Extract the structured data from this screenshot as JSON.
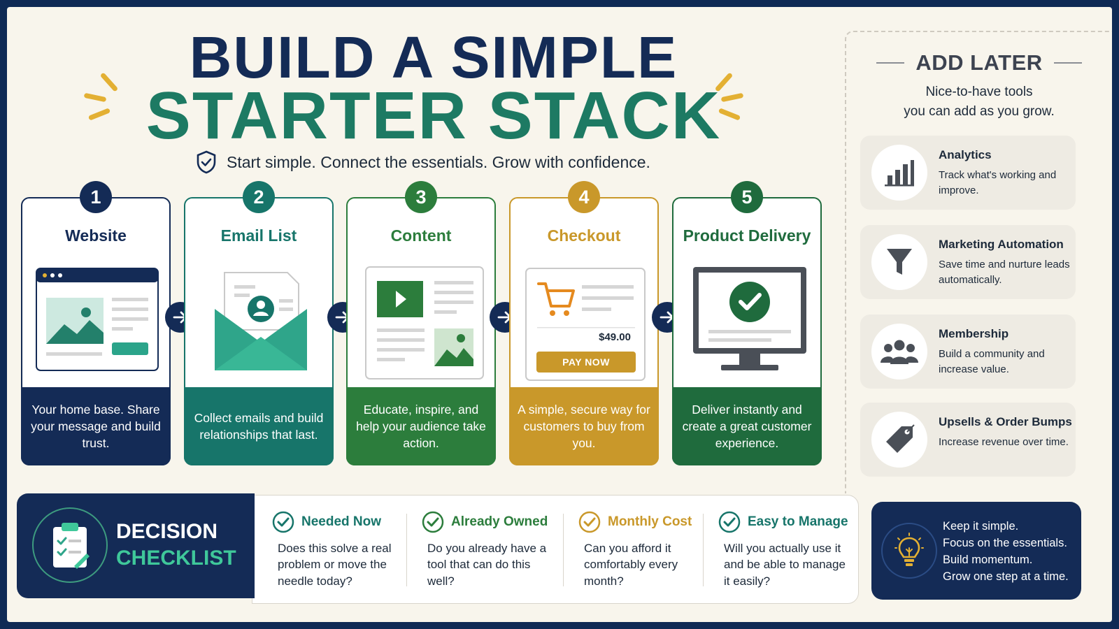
{
  "title": {
    "line1": "BUILD A SIMPLE",
    "line2": "STARTER STACK",
    "subtitle": "Start simple. Connect the essentials. Grow with confidence."
  },
  "colors": {
    "navy": "#142b56",
    "teal": "#17756a",
    "green": "#2c7d3c",
    "gold": "#c9982a",
    "darkgreen": "#1f6b3d",
    "accent_yellow": "#e3b033"
  },
  "steps": [
    {
      "number": "1",
      "title": "Website",
      "desc": "Your home base. Share your message and build trust.",
      "icon": "browser-window-icon"
    },
    {
      "number": "2",
      "title": "Email List",
      "desc": "Collect emails and build relationships that last.",
      "icon": "envelope-contact-icon"
    },
    {
      "number": "3",
      "title": "Content",
      "desc": "Educate, inspire, and help your audience take action.",
      "icon": "video-article-icon"
    },
    {
      "number": "4",
      "title": "Checkout",
      "desc": "A simple, secure way for customers to buy from you.",
      "icon": "shopping-cart-icon",
      "price": "$49.00",
      "button": "PAY NOW"
    },
    {
      "number": "5",
      "title": "Product Delivery",
      "desc": "Deliver instantly and create a great customer experience.",
      "icon": "monitor-check-icon"
    }
  ],
  "add_later": {
    "title": "ADD LATER",
    "subtitle_line1": "Nice-to-have tools",
    "subtitle_line2": "you can add as you grow.",
    "items": [
      {
        "title": "Analytics",
        "desc": "Track what's working and improve.",
        "icon": "bar-chart-icon"
      },
      {
        "title": "Marketing Automation",
        "desc": "Save time and nurture leads automatically.",
        "icon": "funnel-icon"
      },
      {
        "title": "Membership",
        "desc": "Build a community and increase value.",
        "icon": "group-icon"
      },
      {
        "title": "Upsells & Order Bumps",
        "desc": "Increase revenue over time.",
        "icon": "price-tag-icon"
      }
    ]
  },
  "decision": {
    "line1": "DECISION",
    "line2": "CHECKLIST",
    "criteria": [
      {
        "title": "Needed Now",
        "desc": "Does this solve a real problem or move the needle today?",
        "color": "#17756a"
      },
      {
        "title": "Already Owned",
        "desc": "Do you already have a tool that can do this well?",
        "color": "#2c7d3c"
      },
      {
        "title": "Monthly Cost",
        "desc": "Can you afford it comfortably every month?",
        "color": "#c9982a"
      },
      {
        "title": "Easy to Manage",
        "desc": "Will you actually use it and be able to manage it easily?",
        "color": "#17756a"
      }
    ]
  },
  "tip": {
    "lines": [
      "Keep it simple.",
      "Focus on the essentials.",
      "Build momentum.",
      "Grow one step at a time."
    ]
  }
}
